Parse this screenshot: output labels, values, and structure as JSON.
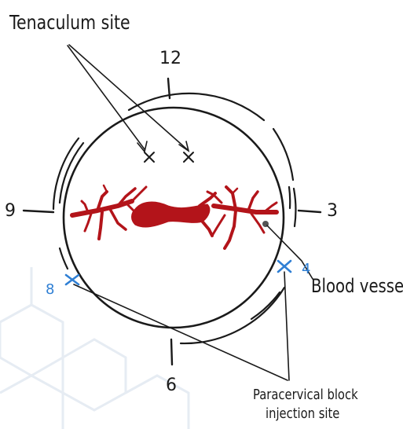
{
  "labels": {
    "tenaculum": "Tenaculum site",
    "blood_vessels": "Blood vessels",
    "paracervical_line1": "Paracervical block",
    "paracervical_line2": "injection site"
  },
  "clock": {
    "twelve": "12",
    "three": "3",
    "six": "6",
    "nine": "9",
    "four": "4",
    "eight": "8"
  },
  "colors": {
    "ink": "#1a1a1a",
    "vessel": "#b3141a",
    "injection": "#2f7fd4",
    "background_hex": "#eef2f7"
  }
}
